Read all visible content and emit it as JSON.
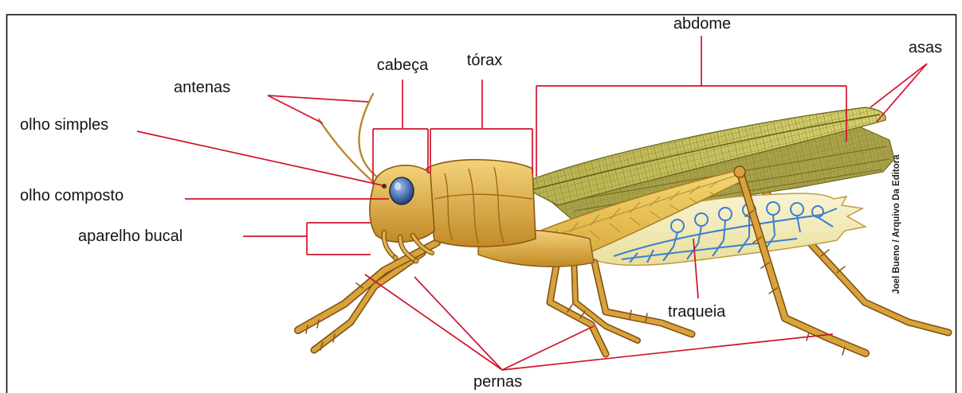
{
  "labels": {
    "abdome": "abdome",
    "asas": "asas",
    "cabeca": "cabeça",
    "torax": "tórax",
    "antenas": "antenas",
    "olho_simples": "olho simples",
    "olho_composto": "olho composto",
    "aparelho_bucal": "aparelho bucal",
    "traqueia": "traqueia",
    "pernas": "pernas"
  },
  "credit": "Joel Bueno / Arquivo Da Editora",
  "colors": {
    "leader_line": "#d0142c",
    "frame_border": "#000000"
  }
}
